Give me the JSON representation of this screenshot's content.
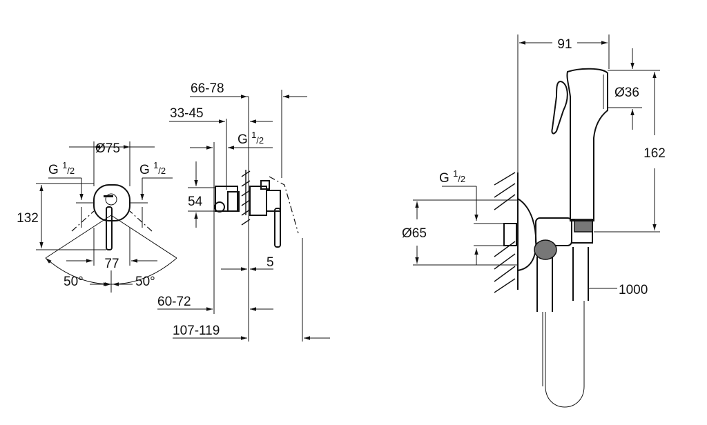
{
  "front_view": {
    "diameter": "Ø75",
    "thread_left": {
      "base": "G ",
      "sup": "1",
      "sub": "/2"
    },
    "thread_right": {
      "base": "G ",
      "sup": "1",
      "sub": "/2"
    },
    "height": "132",
    "spacing": "77",
    "angle_left": "50°",
    "angle_right": "50°"
  },
  "side_view": {
    "depth_66_78": "66-78",
    "depth_33_45": "33-45",
    "thread": {
      "base": "G ",
      "sup": "1",
      "sub": "/2"
    },
    "height_54": "54",
    "offset_5": "5",
    "depth_60_72": "60-72",
    "depth_107_119": "107-119"
  },
  "spray_view": {
    "width_91": "91",
    "diameter_36": "Ø36",
    "height_162": "162",
    "thread": {
      "base": "G ",
      "sup": "1",
      "sub": "/2"
    },
    "diameter_65": "Ø65",
    "hose_length": "1000"
  }
}
